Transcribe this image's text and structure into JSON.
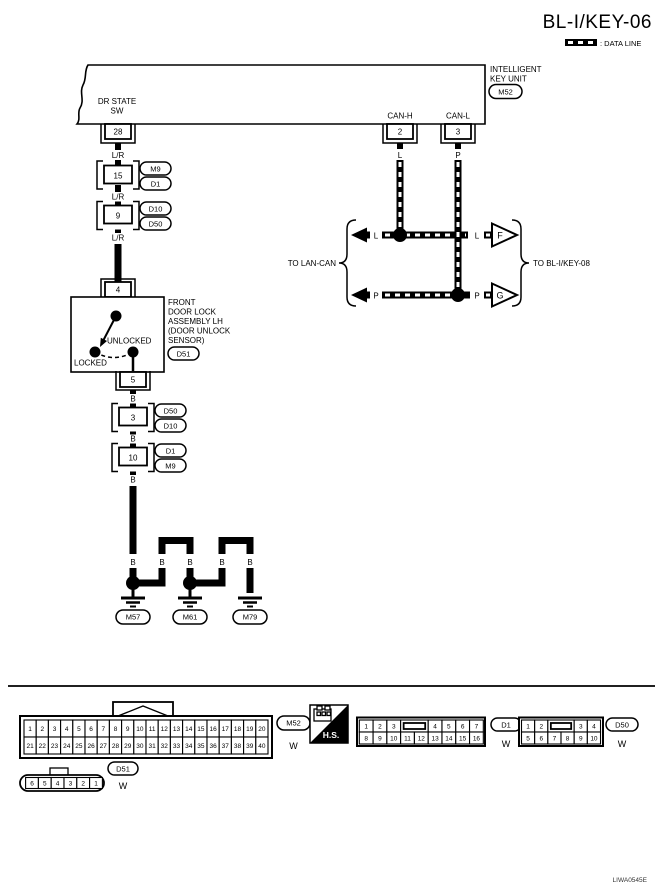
{
  "page": {
    "title": "BL-I/KEY-06",
    "legend_label": ": DATA LINE",
    "footer_code": "LIWA0545E"
  },
  "unit": {
    "line1": "INTELLIGENT",
    "line2": "KEY UNIT",
    "connector": "M52",
    "dr_state": {
      "line1": "DR STATE",
      "line2": "SW",
      "pin": "28"
    },
    "can_h": {
      "label": "CAN-H",
      "pin": "2"
    },
    "can_l": {
      "label": "CAN-L",
      "pin": "3"
    }
  },
  "wire_colors": {
    "lr": "L/R",
    "b": "B",
    "l": "L",
    "p": "P"
  },
  "chain_upper": [
    {
      "pin": "15",
      "top": "M9",
      "bottom": "D1"
    },
    {
      "pin": "9",
      "top": "D10",
      "bottom": "D50"
    }
  ],
  "lock": {
    "pin_in": "4",
    "pin_out": "5",
    "unlocked": "UNLOCKED",
    "locked": "LOCKED",
    "name": [
      "FRONT",
      "DOOR LOCK",
      "ASSEMBLY LH",
      "(DOOR UNLOCK",
      "SENSOR)"
    ],
    "connector": "D51"
  },
  "chain_lower": [
    {
      "pin": "3",
      "top": "D50",
      "bottom": "D10"
    },
    {
      "pin": "10",
      "top": "D1",
      "bottom": "M9"
    }
  ],
  "grounds": [
    "M57",
    "M61",
    "M79"
  ],
  "can_bus": {
    "left_label": "TO LAN-CAN",
    "right_label": "TO BL-I/KEY-08",
    "conn_f": "F",
    "conn_g": "G"
  },
  "connector_views": {
    "m52": {
      "id": "M52",
      "color": "W",
      "row1": [
        "1",
        "2",
        "3",
        "4",
        "5",
        "6",
        "7",
        "8",
        "9",
        "10",
        "11",
        "12",
        "13",
        "14",
        "15",
        "16",
        "17",
        "18",
        "19",
        "20"
      ],
      "row2": [
        "21",
        "22",
        "23",
        "24",
        "25",
        "26",
        "27",
        "28",
        "29",
        "30",
        "31",
        "32",
        "33",
        "34",
        "35",
        "36",
        "37",
        "38",
        "39",
        "40"
      ]
    },
    "hs": {
      "label": "H.S."
    },
    "d1": {
      "id": "D1",
      "color": "W",
      "row1": [
        "1",
        "2",
        "3",
        "",
        "4",
        "5",
        "6",
        "7"
      ],
      "row2": [
        "8",
        "9",
        "10",
        "11",
        "12",
        "13",
        "14",
        "15",
        "16"
      ]
    },
    "d50": {
      "id": "D50",
      "color": "W",
      "row1": [
        "1",
        "2",
        "",
        "3",
        "4"
      ],
      "row2": [
        "5",
        "6",
        "7",
        "8",
        "9",
        "10"
      ]
    },
    "d51": {
      "id": "D51",
      "color": "W",
      "row": [
        "6",
        "5",
        "4",
        "3",
        "2",
        "1"
      ]
    }
  }
}
